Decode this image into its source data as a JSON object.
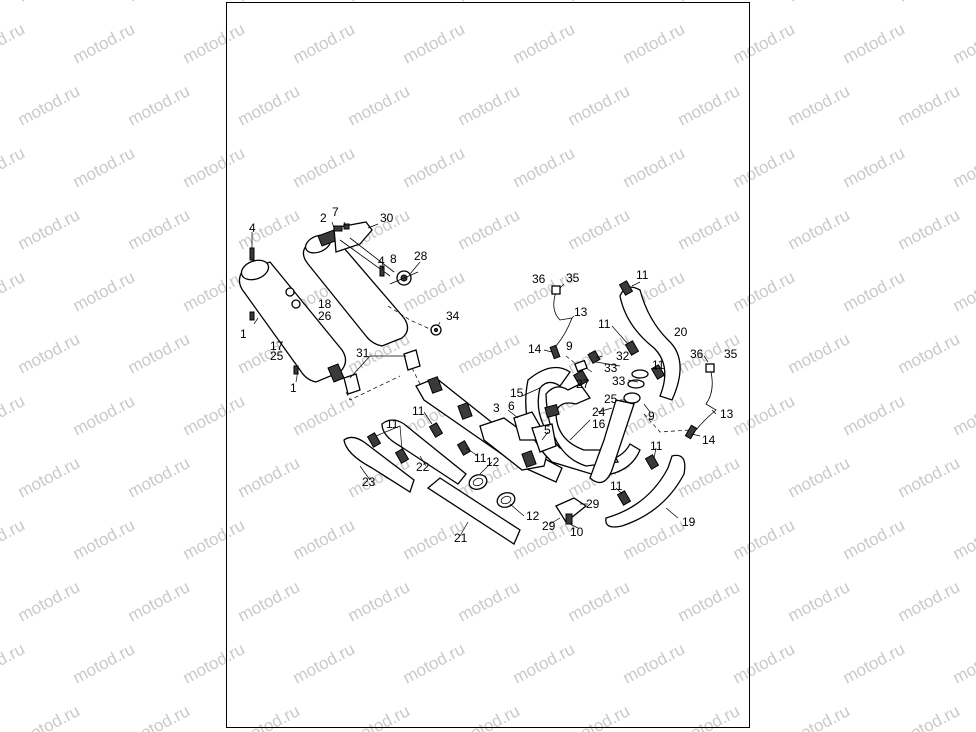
{
  "watermark": {
    "text": "motod.ru",
    "color": "#c9c9c9"
  },
  "callouts": [
    {
      "id": "c4a",
      "text": "4"
    },
    {
      "id": "c2",
      "text": "2"
    },
    {
      "id": "c7",
      "text": "7"
    },
    {
      "id": "c30",
      "text": "30"
    },
    {
      "id": "c4b",
      "text": "4"
    },
    {
      "id": "c8",
      "text": "8"
    },
    {
      "id": "c28",
      "text": "28"
    },
    {
      "id": "c18",
      "text": "18"
    },
    {
      "id": "c26",
      "text": "26"
    },
    {
      "id": "c34",
      "text": "34"
    },
    {
      "id": "c1a",
      "text": "1"
    },
    {
      "id": "c17",
      "text": "17"
    },
    {
      "id": "c25a",
      "text": "25"
    },
    {
      "id": "c31",
      "text": "31"
    },
    {
      "id": "c1b",
      "text": "1"
    },
    {
      "id": "c36a",
      "text": "36"
    },
    {
      "id": "c35a",
      "text": "35"
    },
    {
      "id": "c11a",
      "text": "11"
    },
    {
      "id": "c13a",
      "text": "13"
    },
    {
      "id": "c11b",
      "text": "11"
    },
    {
      "id": "c20",
      "text": "20"
    },
    {
      "id": "c14a",
      "text": "14"
    },
    {
      "id": "c9a",
      "text": "9"
    },
    {
      "id": "c32",
      "text": "32"
    },
    {
      "id": "c33a",
      "text": "33"
    },
    {
      "id": "c11c",
      "text": "11"
    },
    {
      "id": "c36b",
      "text": "36"
    },
    {
      "id": "c35b",
      "text": "35"
    },
    {
      "id": "c27",
      "text": "27"
    },
    {
      "id": "c33b",
      "text": "33"
    },
    {
      "id": "c15",
      "text": "15"
    },
    {
      "id": "c3",
      "text": "3"
    },
    {
      "id": "c6",
      "text": "6"
    },
    {
      "id": "c25b",
      "text": "25"
    },
    {
      "id": "c24",
      "text": "24"
    },
    {
      "id": "c9b",
      "text": "9"
    },
    {
      "id": "c13b",
      "text": "13"
    },
    {
      "id": "c16",
      "text": "16"
    },
    {
      "id": "c11d",
      "text": "11"
    },
    {
      "id": "c5",
      "text": "5"
    },
    {
      "id": "c14b",
      "text": "14"
    },
    {
      "id": "c11e",
      "text": "11"
    },
    {
      "id": "c11f",
      "text": "11"
    },
    {
      "id": "c12a",
      "text": "12"
    },
    {
      "id": "c22",
      "text": "22"
    },
    {
      "id": "c11g",
      "text": "11"
    },
    {
      "id": "c23",
      "text": "23"
    },
    {
      "id": "c11h",
      "text": "11"
    },
    {
      "id": "c29a",
      "text": "29"
    },
    {
      "id": "c12b",
      "text": "12"
    },
    {
      "id": "c19",
      "text": "19"
    },
    {
      "id": "c29b",
      "text": "29"
    },
    {
      "id": "c10",
      "text": "10"
    },
    {
      "id": "c21",
      "text": "21"
    }
  ]
}
